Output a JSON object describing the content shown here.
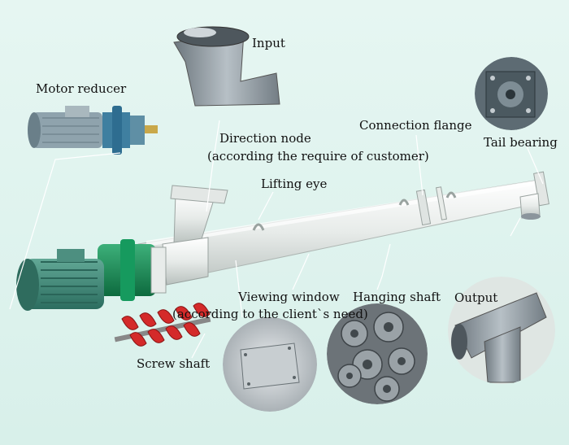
{
  "labels": {
    "input": "Input",
    "motor_reducer": "Motor reducer",
    "direction_node": "Direction node",
    "direction_note": "(according the require of customer)",
    "connection_flange": "Connection flange",
    "tail_bearing": "Tail bearing",
    "lifting_eye": "Lifting eye",
    "viewing_window": "Viewing window",
    "viewing_note": "(according to the client`s need)",
    "hanging_shaft": "Hanging shaft",
    "output": "Output",
    "screw_shaft": "Screw shaft"
  },
  "colors": {
    "background": "#dff3ee",
    "tube": "#eef1ef",
    "motor": "#3f8f7c",
    "reducer": "#1a8a5a",
    "screw": "#d42a2a",
    "steel": "#8b959c",
    "leader": "#ffffff"
  }
}
